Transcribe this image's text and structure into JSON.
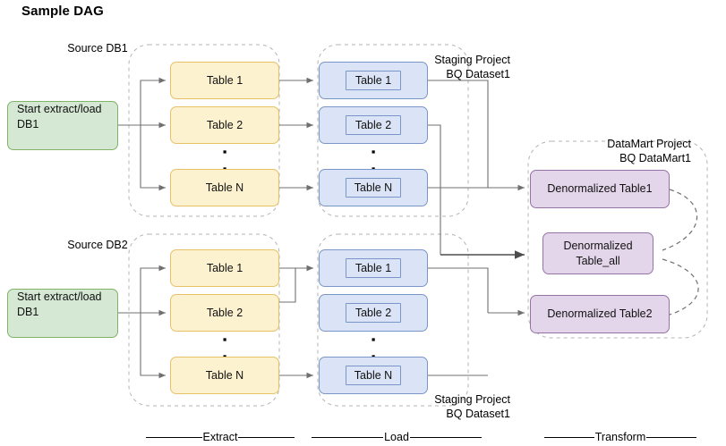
{
  "title": "Sample DAG",
  "sources": [
    {
      "group_label": "Source DB1",
      "start_label": "Start extract/load DB1"
    },
    {
      "group_label": "Source DB2",
      "start_label": "Start extract/load DB1"
    }
  ],
  "extract": {
    "row1": {
      "tables": [
        "Table 1",
        "Table 2",
        "Table N"
      ],
      "ellipsis": "▪"
    },
    "row2": {
      "tables": [
        "Table 1",
        "Table 2",
        "Table N"
      ],
      "ellipsis": "▪"
    }
  },
  "load": {
    "row1": {
      "tables": [
        "Table 1",
        "Table 2",
        "Table N"
      ],
      "ellipsis": "▪",
      "group_label_line1": "Staging Project",
      "group_label_line2": "BQ Dataset1"
    },
    "row2": {
      "tables": [
        "Table 1",
        "Table 2",
        "Table N"
      ],
      "ellipsis": "▪",
      "group_label_line1": "Staging Project",
      "group_label_line2": "BQ Dataset1"
    }
  },
  "transform": {
    "group_label_line1": "DataMart Project",
    "group_label_line2": "BQ DataMart1",
    "nodes": [
      {
        "label": "Denormalized Table1"
      },
      {
        "label_line1": "Denormalized",
        "label_line2": "Table_all"
      },
      {
        "label": "Denormalized Table2"
      }
    ]
  },
  "phases": [
    {
      "label": "Extract"
    },
    {
      "label": "Load"
    },
    {
      "label": "Transform"
    }
  ],
  "colors": {
    "green_fill": "#d5e8d4",
    "green_stroke": "#82b366",
    "yellow_fill": "#fdf2cf",
    "yellow_stroke": "#e5c265",
    "blue_fill": "#dae4f6",
    "blue_stroke": "#7a96c8",
    "purple_fill": "#e4d6ea",
    "purple_stroke": "#9673a6",
    "edge": "#707070",
    "dashed_group": "#b3b3b3"
  }
}
